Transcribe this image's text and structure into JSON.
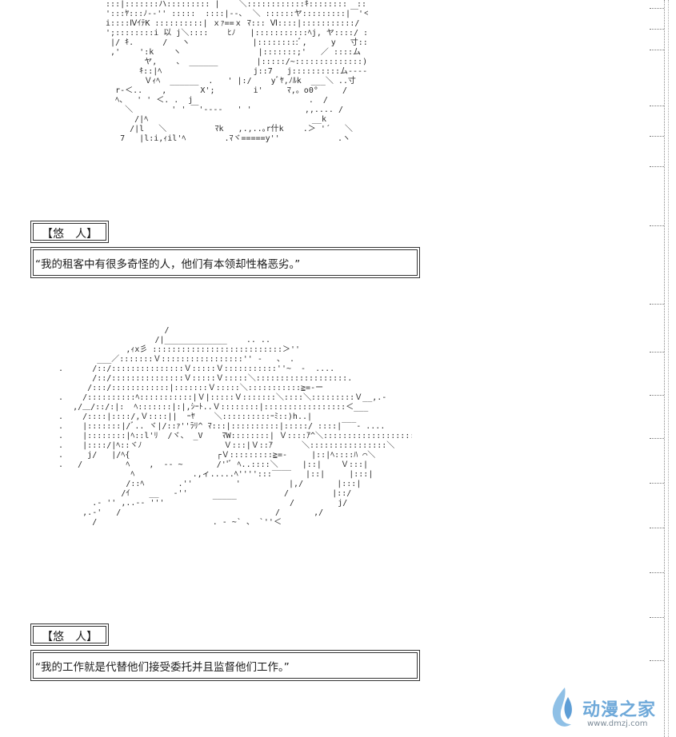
{
  "panels": [
    {
      "speaker": "【悠　人】",
      "line": "“我的租客中有很多奇怪的人，他们有本领却性格恶劣。”"
    },
    {
      "speaker": "【悠　人】",
      "line": "“我的工作就是代替他们接受委托并且监督他们工作。”"
    }
  ],
  "watermark": {
    "title": "动漫之家",
    "url": "www.dmzj.com",
    "accent_color": "#6fa9d9",
    "icon": "flame-drop-logo"
  }
}
